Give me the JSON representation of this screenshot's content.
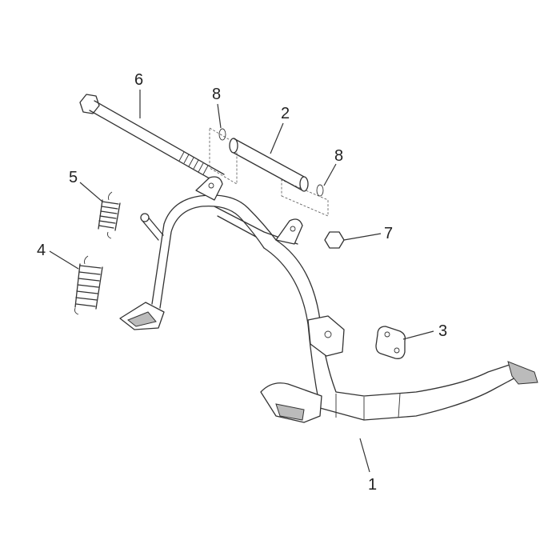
{
  "diagram": {
    "title": "Center stand exploded parts view",
    "callouts": [
      {
        "id": "1",
        "part": "center-stand"
      },
      {
        "id": "2",
        "part": "spacer-tube"
      },
      {
        "id": "3",
        "part": "bracket-plate"
      },
      {
        "id": "4",
        "part": "large-spring"
      },
      {
        "id": "5",
        "part": "small-spring"
      },
      {
        "id": "6",
        "part": "pivot-bolt"
      },
      {
        "id": "7",
        "part": "nut"
      },
      {
        "id": "8",
        "part": "washer"
      }
    ]
  }
}
